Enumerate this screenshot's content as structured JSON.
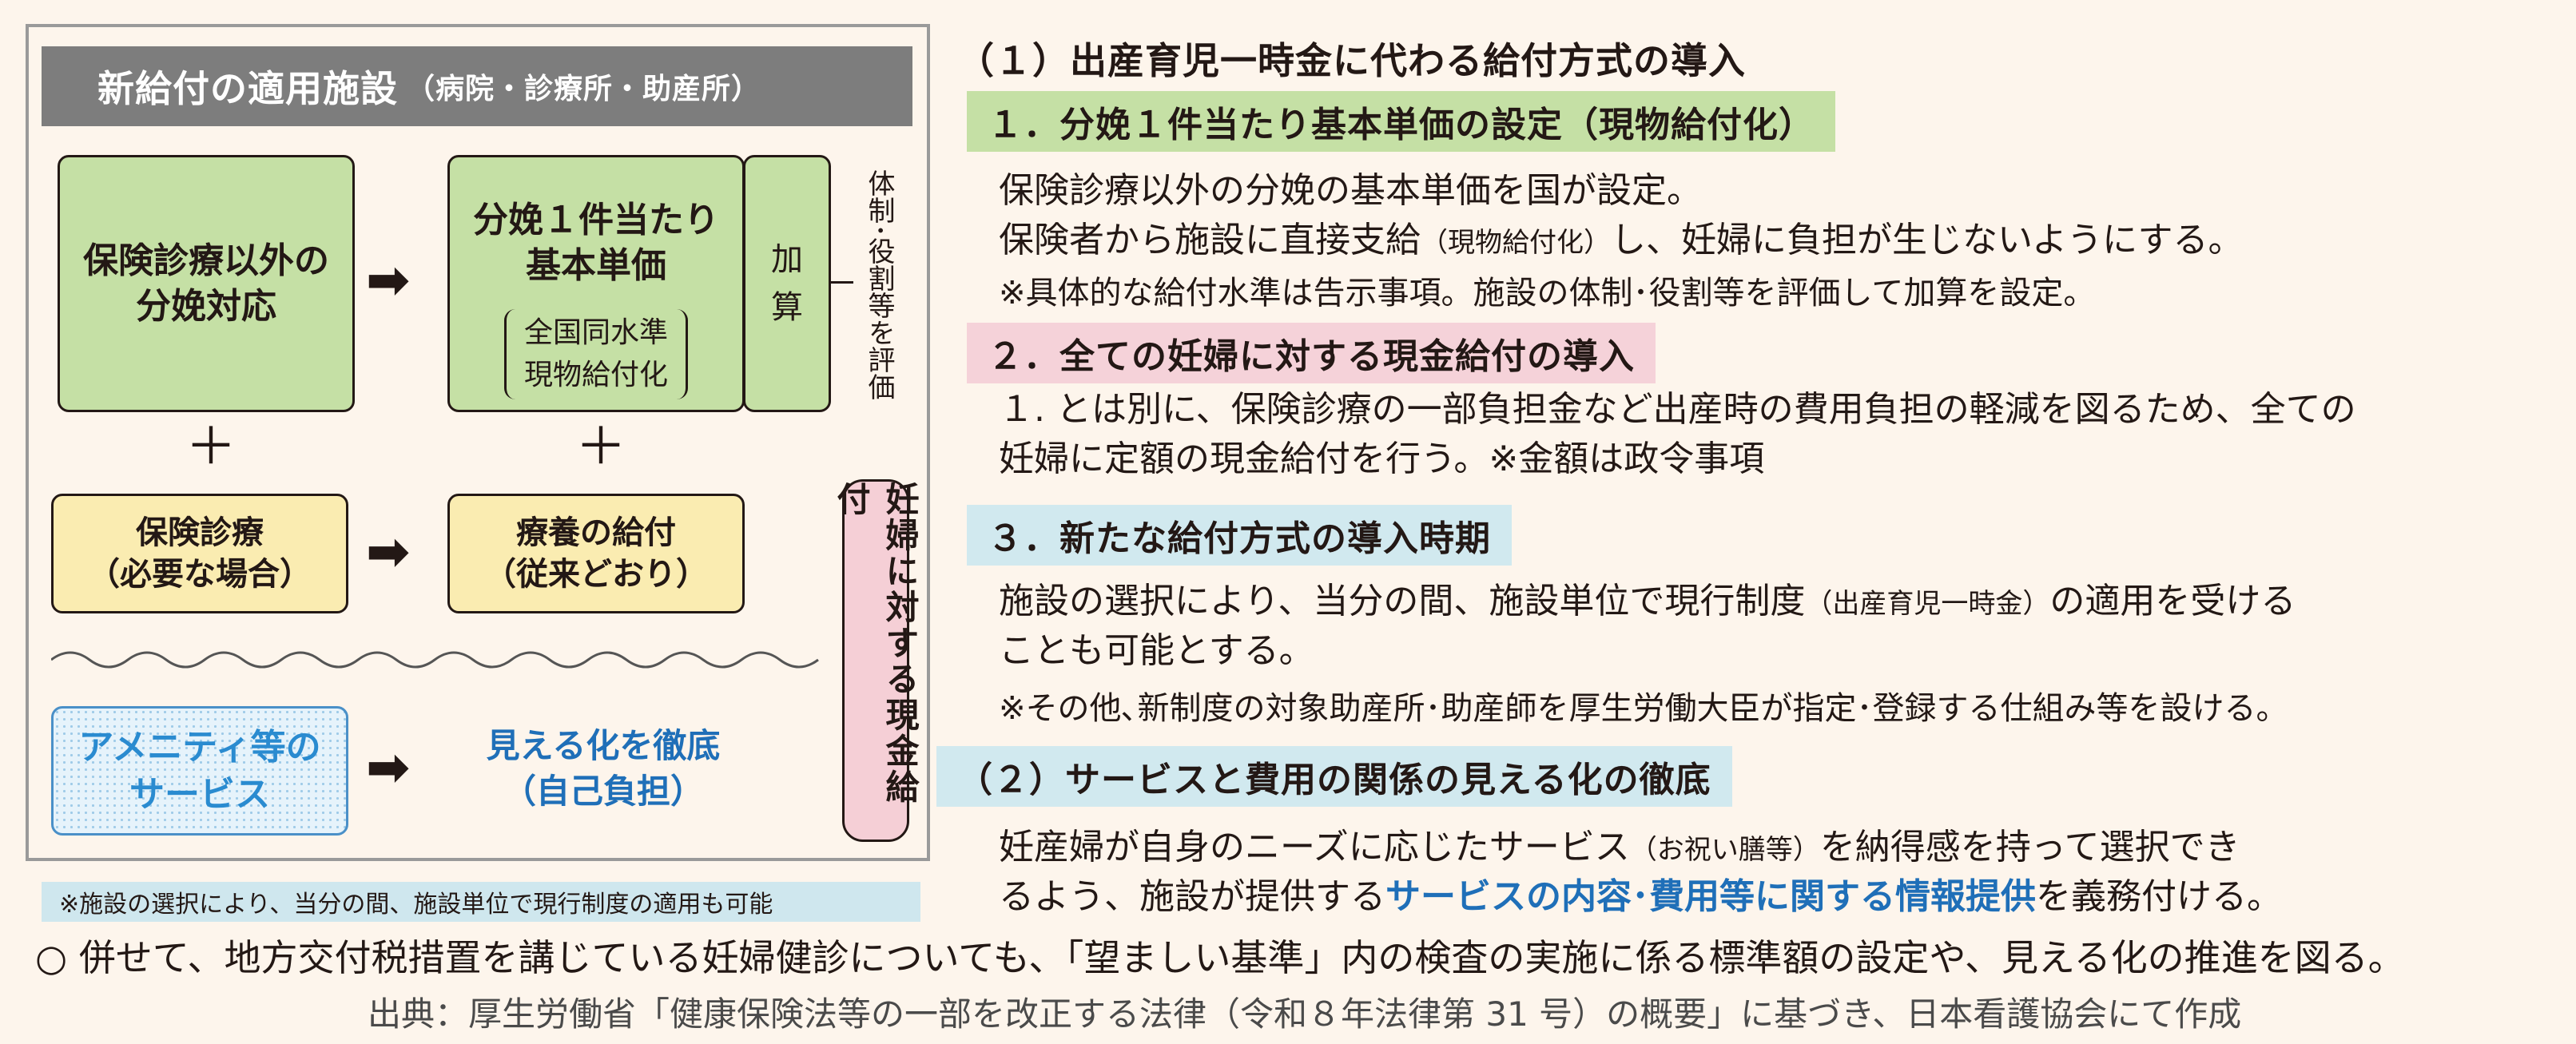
{
  "diagram": {
    "header_title": "新給付の適用施設",
    "header_sub": "（病院・診療所・助産所）",
    "box_non_insured": [
      "保険診療以外の",
      "分娩対応"
    ],
    "box_unit_price_title": [
      "分娩１件当たり",
      "基本単価"
    ],
    "box_unit_price_bracket": [
      "全国同水準",
      "現物給付化"
    ],
    "box_addition": [
      "加",
      "算"
    ],
    "eval_text": "体制･役割等を評価",
    "arrow": "➡",
    "plus": "＋",
    "box_insured": [
      "保険診療",
      "（必要な場合）"
    ],
    "box_medical": [
      "療養の給付",
      "（従来どおり）"
    ],
    "box_amenity": [
      "アメニティ等の",
      "サービス"
    ],
    "text_visualize": [
      "見える化を徹底",
      "（自己負担）"
    ],
    "box_cash": "妊婦に対する現金給付",
    "note": "※施設の選択により、当分の間、施設単位で現行制度の適用も可能"
  },
  "text": {
    "heading_1": "（１）出産育児一時金に代わる給付方式の導入",
    "sec1": {
      "label": "１．分娩１件当たり基本単価の設定（現物給付化）",
      "line1": "保険診療以外の分娩の基本単価を国が設定。",
      "line2_a": "保険者から施設に直接支給",
      "line2_small": "（現物給付化）",
      "line2_b": "し、妊婦に負担が生じないようにする。",
      "note": "※具体的な給付水準は告示事項。施設の体制･役割等を評価して加算を設定。"
    },
    "sec2": {
      "label": "２．全ての妊婦に対する現金給付の導入",
      "line1": "１. とは別に、保険診療の一部負担金など出産時の費用負担の軽減を図るため、全ての",
      "line2": "妊婦に定額の現金給付を行う。※金額は政令事項"
    },
    "sec3": {
      "label": "３．新たな給付方式の導入時期",
      "line1_a": "施設の選択により、当分の間、施設単位で現行制度",
      "line1_small": "（出産育児一時金）",
      "line1_b": "の適用を受ける",
      "line2": "ことも可能とする。",
      "note": "※その他､新制度の対象助産所･助産師を厚生労働大臣が指定･登録する仕組み等を設ける。"
    },
    "sec4": {
      "label": "（２）サービスと費用の関係の見える化の徹底",
      "line1_a": "妊産婦が自身のニーズに応じたサービス",
      "line1_small": "（お祝い膳等）",
      "line1_b": "を納得感を持って選択でき",
      "line2_a": "るよう、施設が提供する",
      "line2_strong": "サービスの内容･費用等に関する情報提供",
      "line2_b": "を義務付ける。"
    },
    "bottom_line": "○ 併せて、地方交付税措置を講じている妊婦健診についても、「望ましい基準」内の検査の実施に係る標準額の設定や、見える化の推進を図る。",
    "source_line": "出典：厚生労働省「健康保険法等の一部を改正する法律（令和８年法律第 31 号）の概要」に基づき、日本看護協会にて作成"
  },
  "colors": {
    "background": "#fdf5ec",
    "green": "#c5e0a5",
    "yellow": "#faecb1",
    "pink": "#f5d2d9",
    "light_blue": "#d1e9ef",
    "blue_text": "#1f6fb8",
    "header_gray": "#7d7d7d"
  }
}
